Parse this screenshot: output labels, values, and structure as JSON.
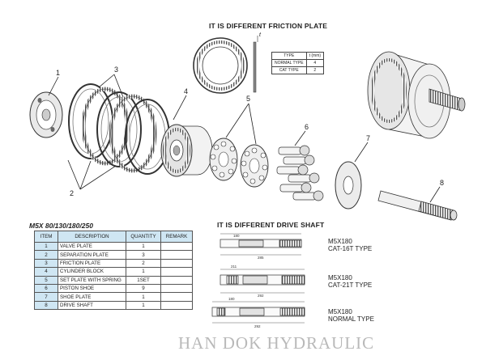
{
  "titles": {
    "friction_plate": "IT IS DIFFERENT FRICTION PLATE",
    "drive_shaft": "IT IS DIFFERENT DRIVE SHAFT",
    "model": "M5X 80/130/180/250",
    "watermark": "HAN DOK HYDRAULIC"
  },
  "callouts": [
    "1",
    "2",
    "3",
    "4",
    "5",
    "6",
    "7",
    "8"
  ],
  "friction_table": {
    "headers": [
      "TYPE",
      "t",
      "(mm)"
    ],
    "rows": [
      {
        "type": "NORMAL TYPE",
        "t": "4"
      },
      {
        "type": "CAT TYPE",
        "t": "2"
      }
    ],
    "t_symbol": "t"
  },
  "parts_table": {
    "headers": [
      "ITEM",
      "DESCRIPTION",
      "QUANTITY",
      "REMARK"
    ],
    "rows": [
      {
        "item": "1",
        "description": "VALVE PLATE",
        "quantity": "1",
        "remark": ""
      },
      {
        "item": "2",
        "description": "SEPARATION PLATE",
        "quantity": "3",
        "remark": ""
      },
      {
        "item": "3",
        "description": "FRICTION PLATE",
        "quantity": "2",
        "remark": ""
      },
      {
        "item": "4",
        "description": "CYLINDER BLOCK",
        "quantity": "1",
        "remark": ""
      },
      {
        "item": "5",
        "description": "SET PLATE WITH SPRING",
        "quantity": "1SET",
        "remark": ""
      },
      {
        "item": "6",
        "description": "PISTON  SHOE",
        "quantity": "9",
        "remark": ""
      },
      {
        "item": "7",
        "description": "SHOE PLATE",
        "quantity": "1",
        "remark": ""
      },
      {
        "item": "8",
        "description": "DRIVE SHAFT",
        "quantity": "1",
        "remark": ""
      }
    ]
  },
  "shafts": [
    {
      "line1": "M5X180",
      "line2": "CAT-16T TYPE",
      "dims": [
        "180",
        "285"
      ]
    },
    {
      "line1": "M5X180",
      "line2": "CAT-21T TYPE",
      "dims": [
        "211",
        "292"
      ]
    },
    {
      "line1": "M5X180",
      "line2": "NORMAL TYPE",
      "dims": [
        "180",
        "292"
      ]
    }
  ]
}
